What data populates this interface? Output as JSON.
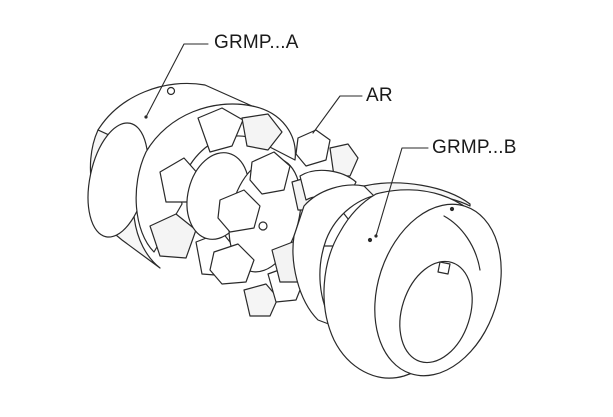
{
  "labels": {
    "part_a": "GRMP...A",
    "spider": "AR",
    "part_b": "GRMP...B"
  },
  "colors": {
    "line": "#2a2a2a",
    "fill": "#ffffff",
    "shade": "#f2f2f2",
    "text": "#1a1a1a"
  },
  "icons": {
    "hub_a": "coupling-hub-a",
    "spider": "elastomer-spider",
    "hub_b": "coupling-hub-b"
  }
}
